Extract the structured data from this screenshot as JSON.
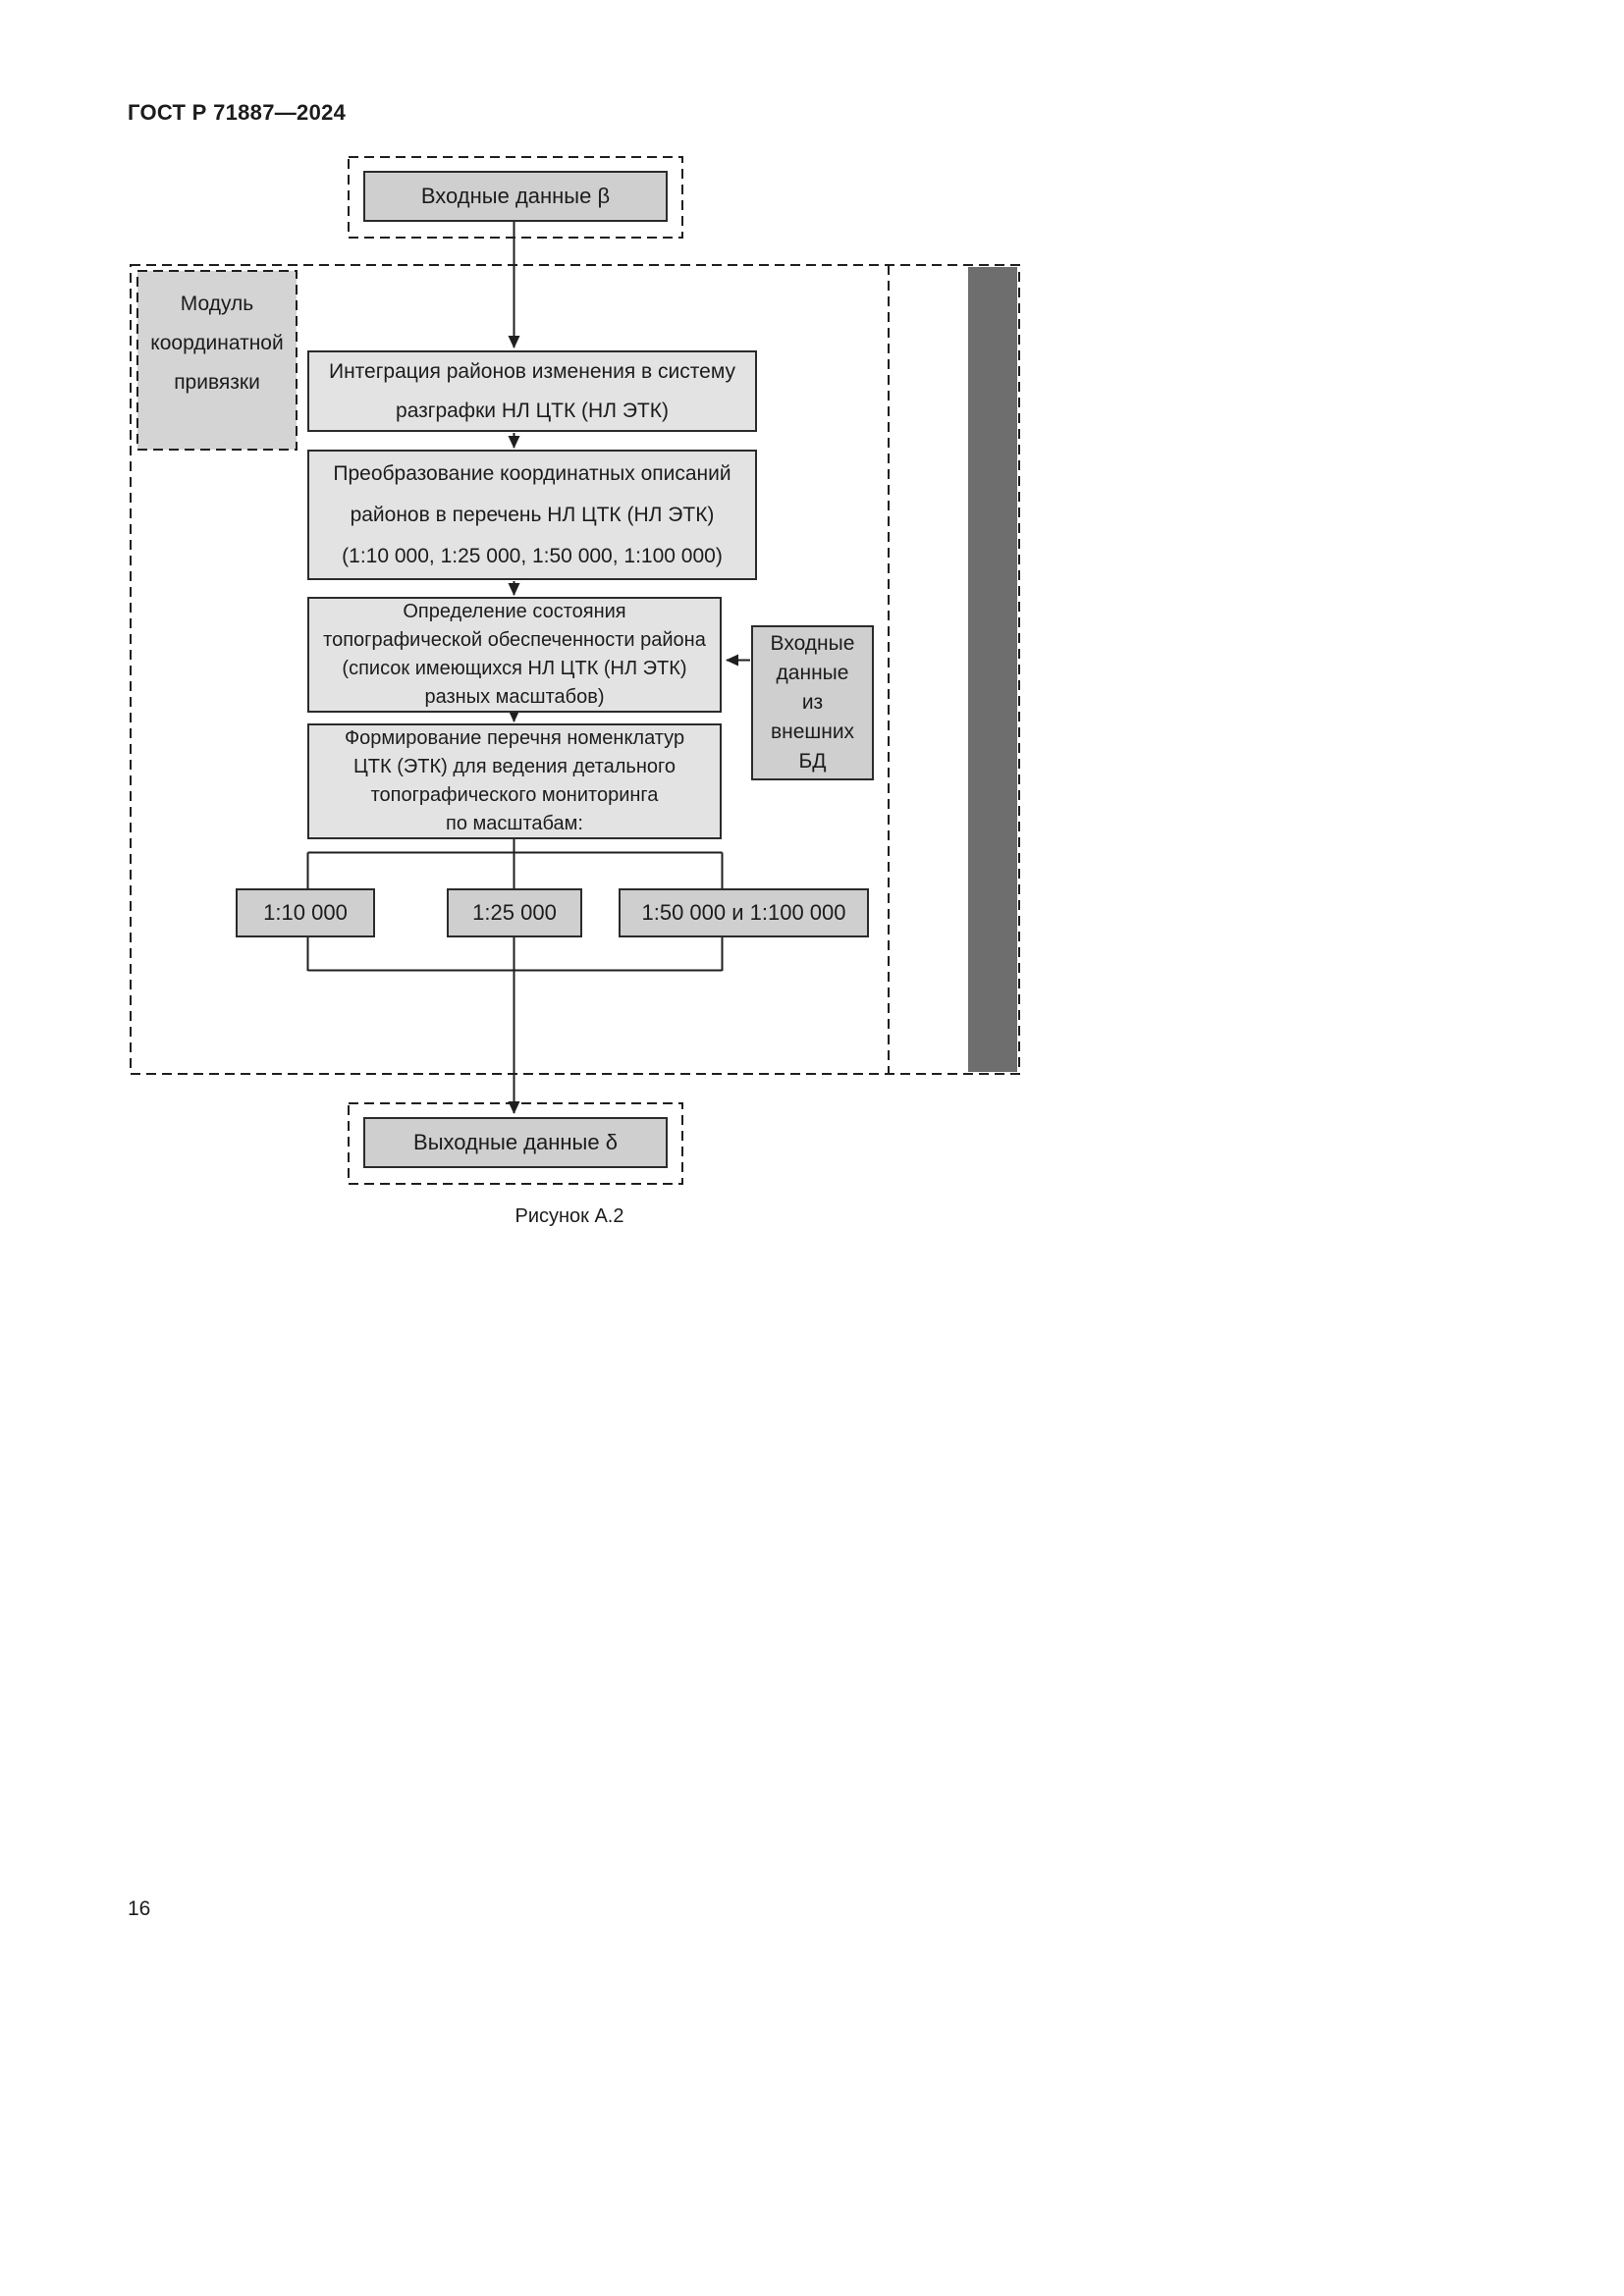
{
  "header": {
    "standard_number": "ГОСТ Р 71887—2024"
  },
  "figure": {
    "caption": "Рисунок А.2",
    "input_label": "Входные данные β",
    "output_label": "Выходные данные δ",
    "module_label": {
      "lines": [
        "Модуль",
        "координатной",
        "привязки"
      ]
    },
    "external_db": {
      "lines": [
        "Входные",
        "данные",
        "из",
        "внешних",
        "БД"
      ]
    },
    "steps": {
      "integration": {
        "lines": [
          "Интеграция районов изменения в систему",
          "разграфки НЛ ЦТК (НЛ ЭТК)"
        ]
      },
      "conversion": {
        "lines": [
          "Преобразование координатных описаний",
          "районов в перечень НЛ ЦТК (НЛ ЭТК)",
          "(1:10 000, 1:25 000, 1:50 000, 1:100 000)"
        ]
      },
      "assessment": {
        "lines": [
          "Определение состояния",
          "топографической обеспеченности района",
          "(список имеющихся НЛ ЦТК (НЛ ЭТК)",
          "разных масштабов)"
        ]
      },
      "formation": {
        "lines": [
          "Формирование перечня номенклатур",
          "ЦТК (ЭТК) для ведения детального",
          "топографического мониторинга",
          "по масштабам:"
        ]
      }
    },
    "scales": [
      "1:10 000",
      "1:25 000",
      "1:50 000 и 1:100 000"
    ]
  },
  "footer": {
    "page_number": "16"
  }
}
